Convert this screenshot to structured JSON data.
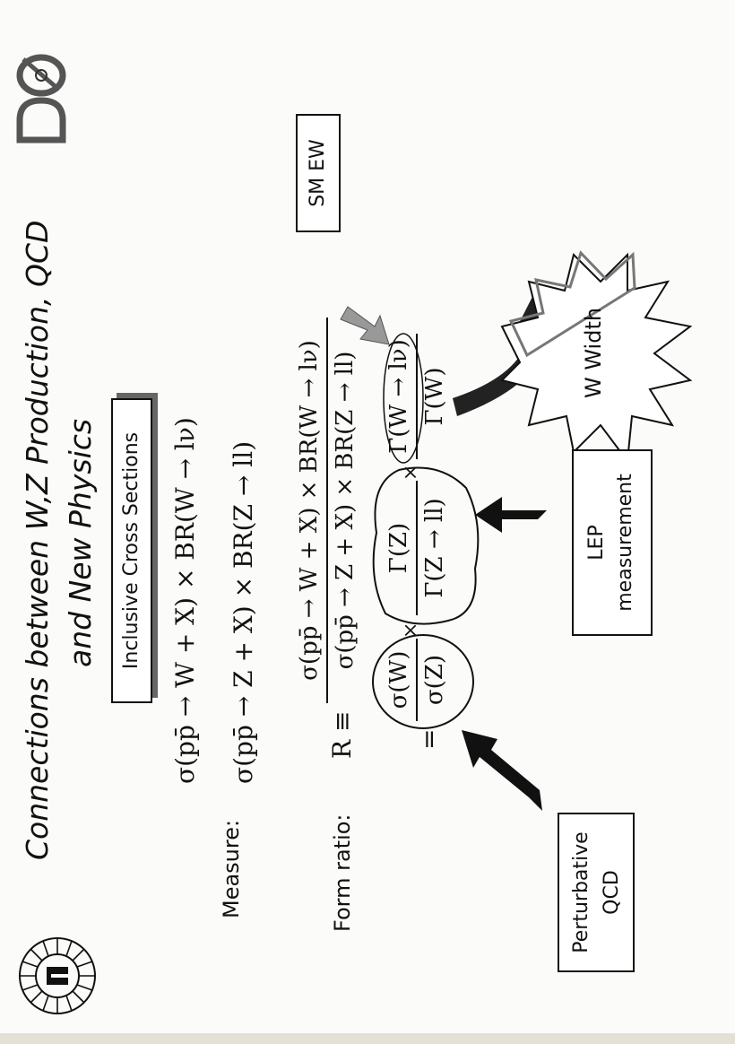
{
  "title": {
    "line1": "Connections between W,Z Production, QCD",
    "line2": "and New Physics"
  },
  "section_box": "Inclusive Cross Sections",
  "measure": {
    "label": "Measure:",
    "eq1": "σ(pp̄ → W + X) × BR(W → lν)",
    "eq2": "σ(pp̄ → Z + X) × BR(Z → ll)"
  },
  "form_ratio": {
    "label": "Form ratio:",
    "R_lhs": "R ≡",
    "R_num": "σ(pp̄ → W + X) × BR(W → lν)",
    "R_den": "σ(pp̄ → Z + X) × BR(Z → ll)",
    "eq": "=",
    "f1_num": "σ(W)",
    "f1_den": "σ(Z)",
    "f2_num": "Γ(Z)",
    "f2_den": "Γ(Z → ll)",
    "f3_num": "Γ(W → lν)",
    "f3_den": "Γ(W)",
    "times": "×"
  },
  "boxes": {
    "sm_ew": "SM EW",
    "lep_line1": "LEP",
    "lep_line2": "measurement",
    "pqcd_line1": "Perturbative",
    "pqcd_line2": "QCD"
  },
  "starburst": "W Width",
  "icons": [
    "fermilab-logo",
    "d0-logo",
    "arrow-icon"
  ]
}
